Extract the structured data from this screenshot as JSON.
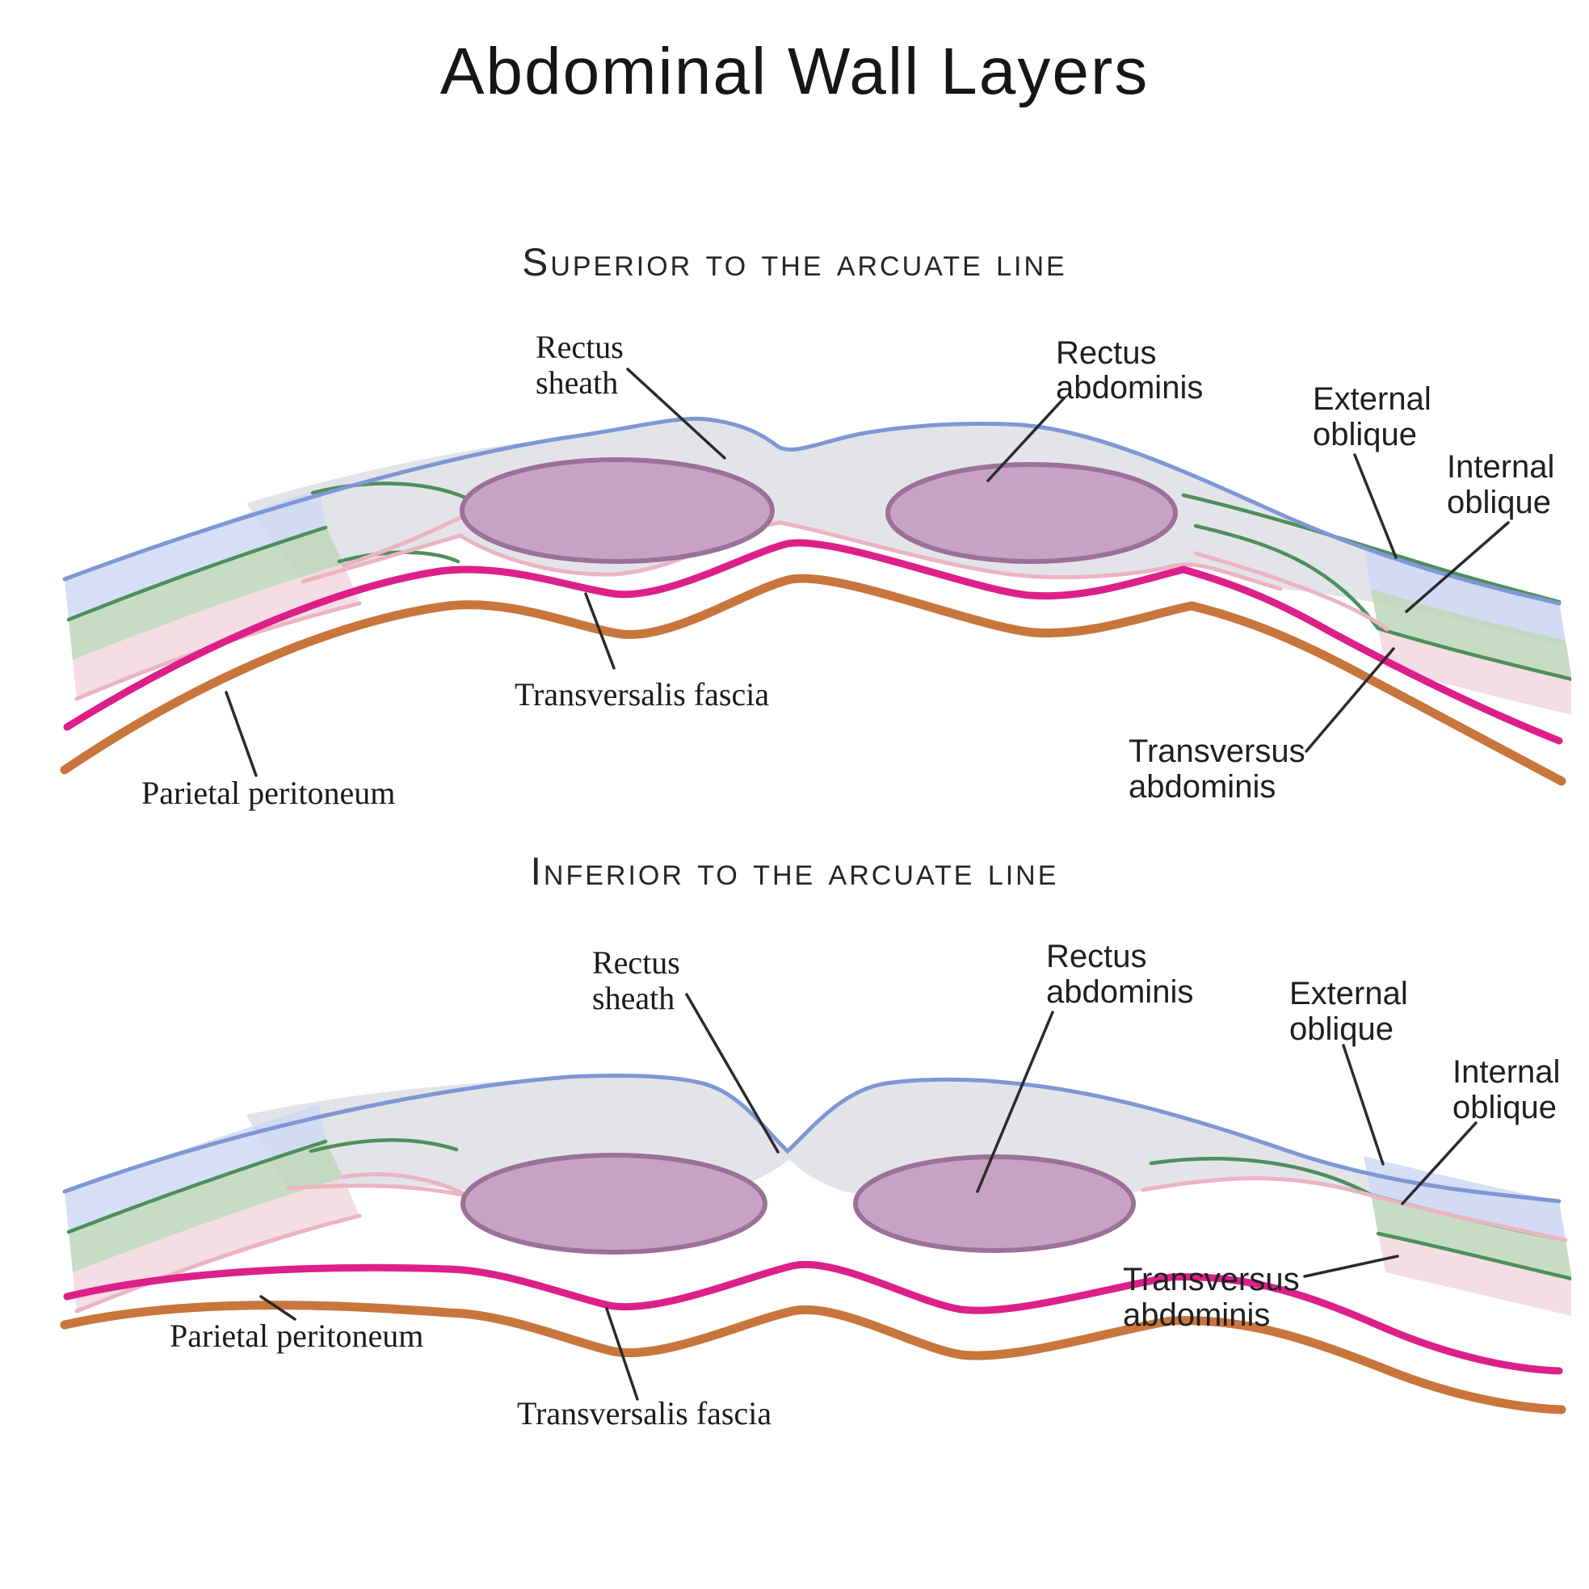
{
  "title": "Abdominal Wall Layers",
  "sections": {
    "superior": {
      "subtitle": "Superior to the arcuate line"
    },
    "inferior": {
      "subtitle": "Inferior to the arcuate line"
    }
  },
  "labels": {
    "rectus_sheath": {
      "line1": "Rectus",
      "line2": "sheath"
    },
    "rectus_abdominis": {
      "line1": "Rectus",
      "line2": "abdominis"
    },
    "external_oblique": {
      "line1": "External",
      "line2": "oblique"
    },
    "internal_oblique": {
      "line1": "Internal",
      "line2": "oblique"
    },
    "transversus_abdominis": {
      "line1": "Transversus",
      "line2": "abdominis"
    },
    "transversalis_fascia": "Transversalis fascia",
    "parietal_peritoneum": "Parietal peritoneum"
  },
  "colors": {
    "external_oblique_fill": "#cfd9f4",
    "external_oblique_border": "#8097d5",
    "internal_oblique_fill": "#bdd6ba",
    "internal_oblique_border": "#4e8f5b",
    "transversus_abdominis_fill": "#f2d7de",
    "transversus_abdominis_border": "#eab4c2",
    "rectus_sheath_fill": "#e3e4e7",
    "rectus_abdominis_fill": "#c6a2c4",
    "rectus_abdominis_border": "#9c7099",
    "transversalis_fascia_line": "#dd2089",
    "parietal_peritoneum_line": "#c9763d",
    "leader_line": "#2b2b2b",
    "text": "#1b1b1b"
  }
}
